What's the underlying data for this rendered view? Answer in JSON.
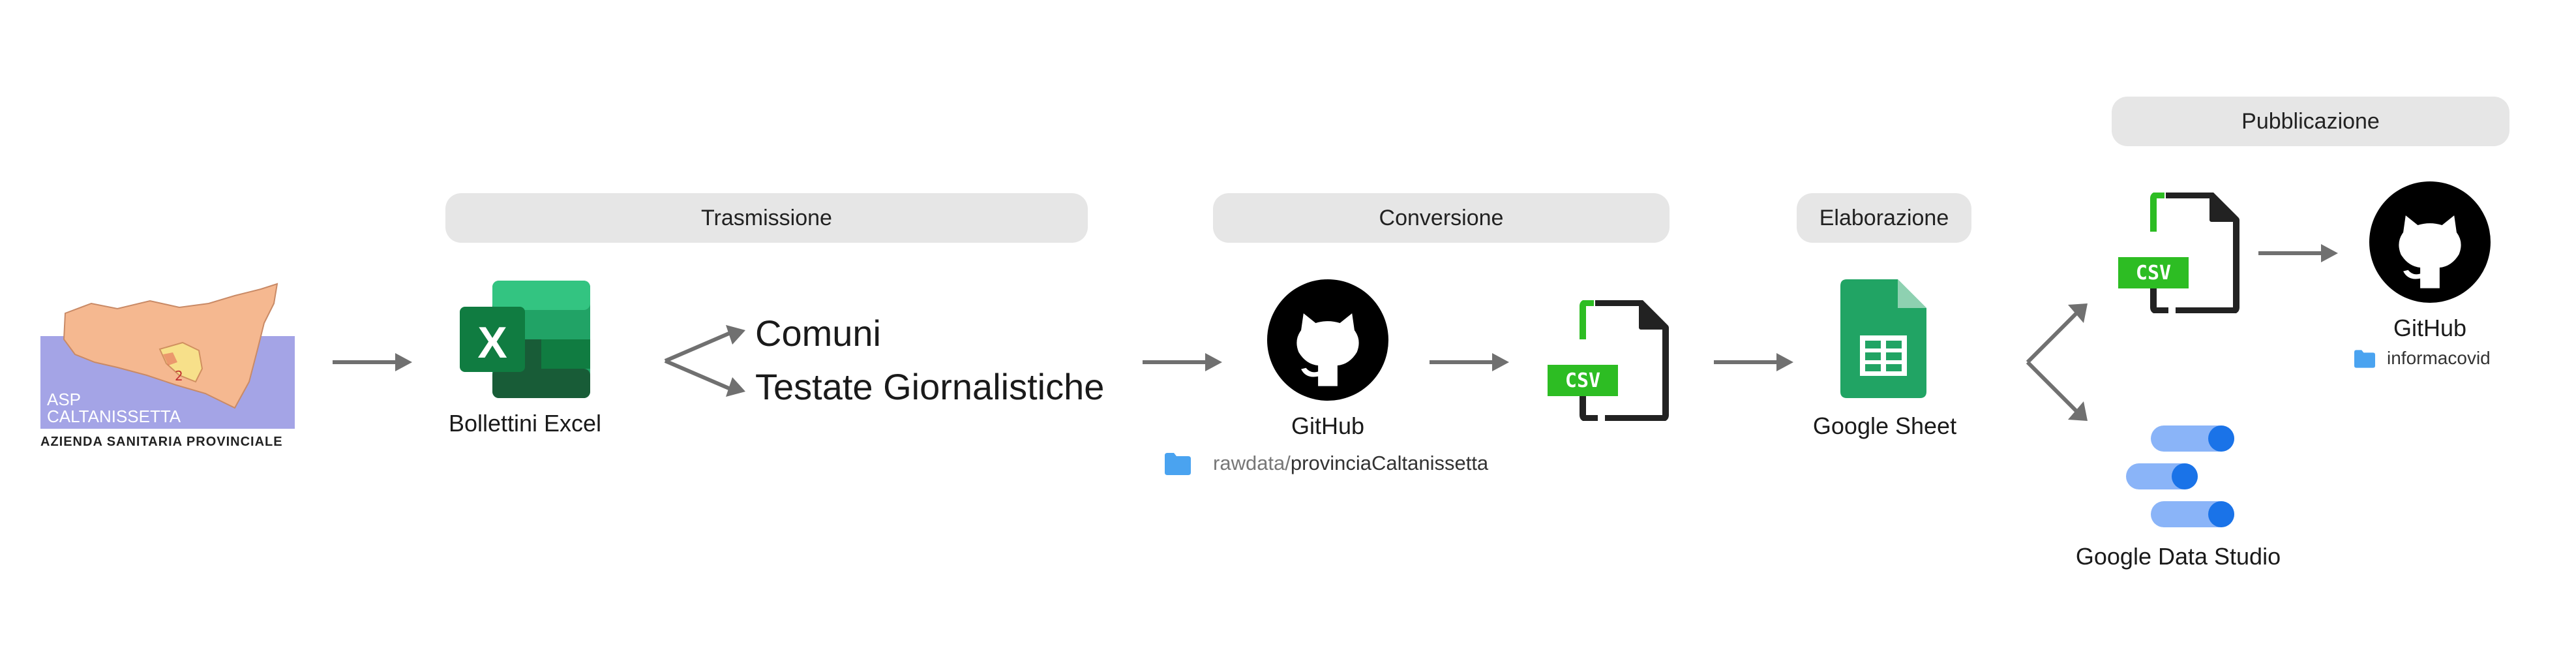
{
  "stages": {
    "trasmissione": "Trasmissione",
    "conversione": "Conversione",
    "elaborazione": "Elaborazione",
    "pubblicazione": "Pubblicazione"
  },
  "asp": {
    "line1": "ASP",
    "line2": "CALTANISSETTA",
    "subtitle": "AZIENDA SANITARIA PROVINCIALE",
    "map_number": "2"
  },
  "excel": {
    "label": "Bollettini Excel",
    "letter": "X"
  },
  "recipients": {
    "line1": "Comuni",
    "line2": "Testate Giornalistiche"
  },
  "github_raw": {
    "label": "GitHub",
    "path_prefix": "rawdata/",
    "path_name": "provinciaCaltanissetta"
  },
  "csv_badge": "CSV",
  "sheet": {
    "label": "Google Sheet"
  },
  "github_pub": {
    "label": "GitHub",
    "repo": "informacovid"
  },
  "datastudio": {
    "label": "Google Data Studio"
  },
  "colors": {
    "excel_green": "#107c41",
    "sheet_green": "#21a464",
    "csv_green": "#2dbd23",
    "arrow_gray": "#707070",
    "pill_gray": "#e6e6e6",
    "folder_blue": "#4aa3f0",
    "datastudio_blue": "#4285f4"
  },
  "icons": [
    "asp-logo",
    "excel-icon",
    "github-icon",
    "csv-file-icon",
    "google-sheets-icon",
    "google-data-studio-icon",
    "folder-icon",
    "arrow-icon"
  ]
}
